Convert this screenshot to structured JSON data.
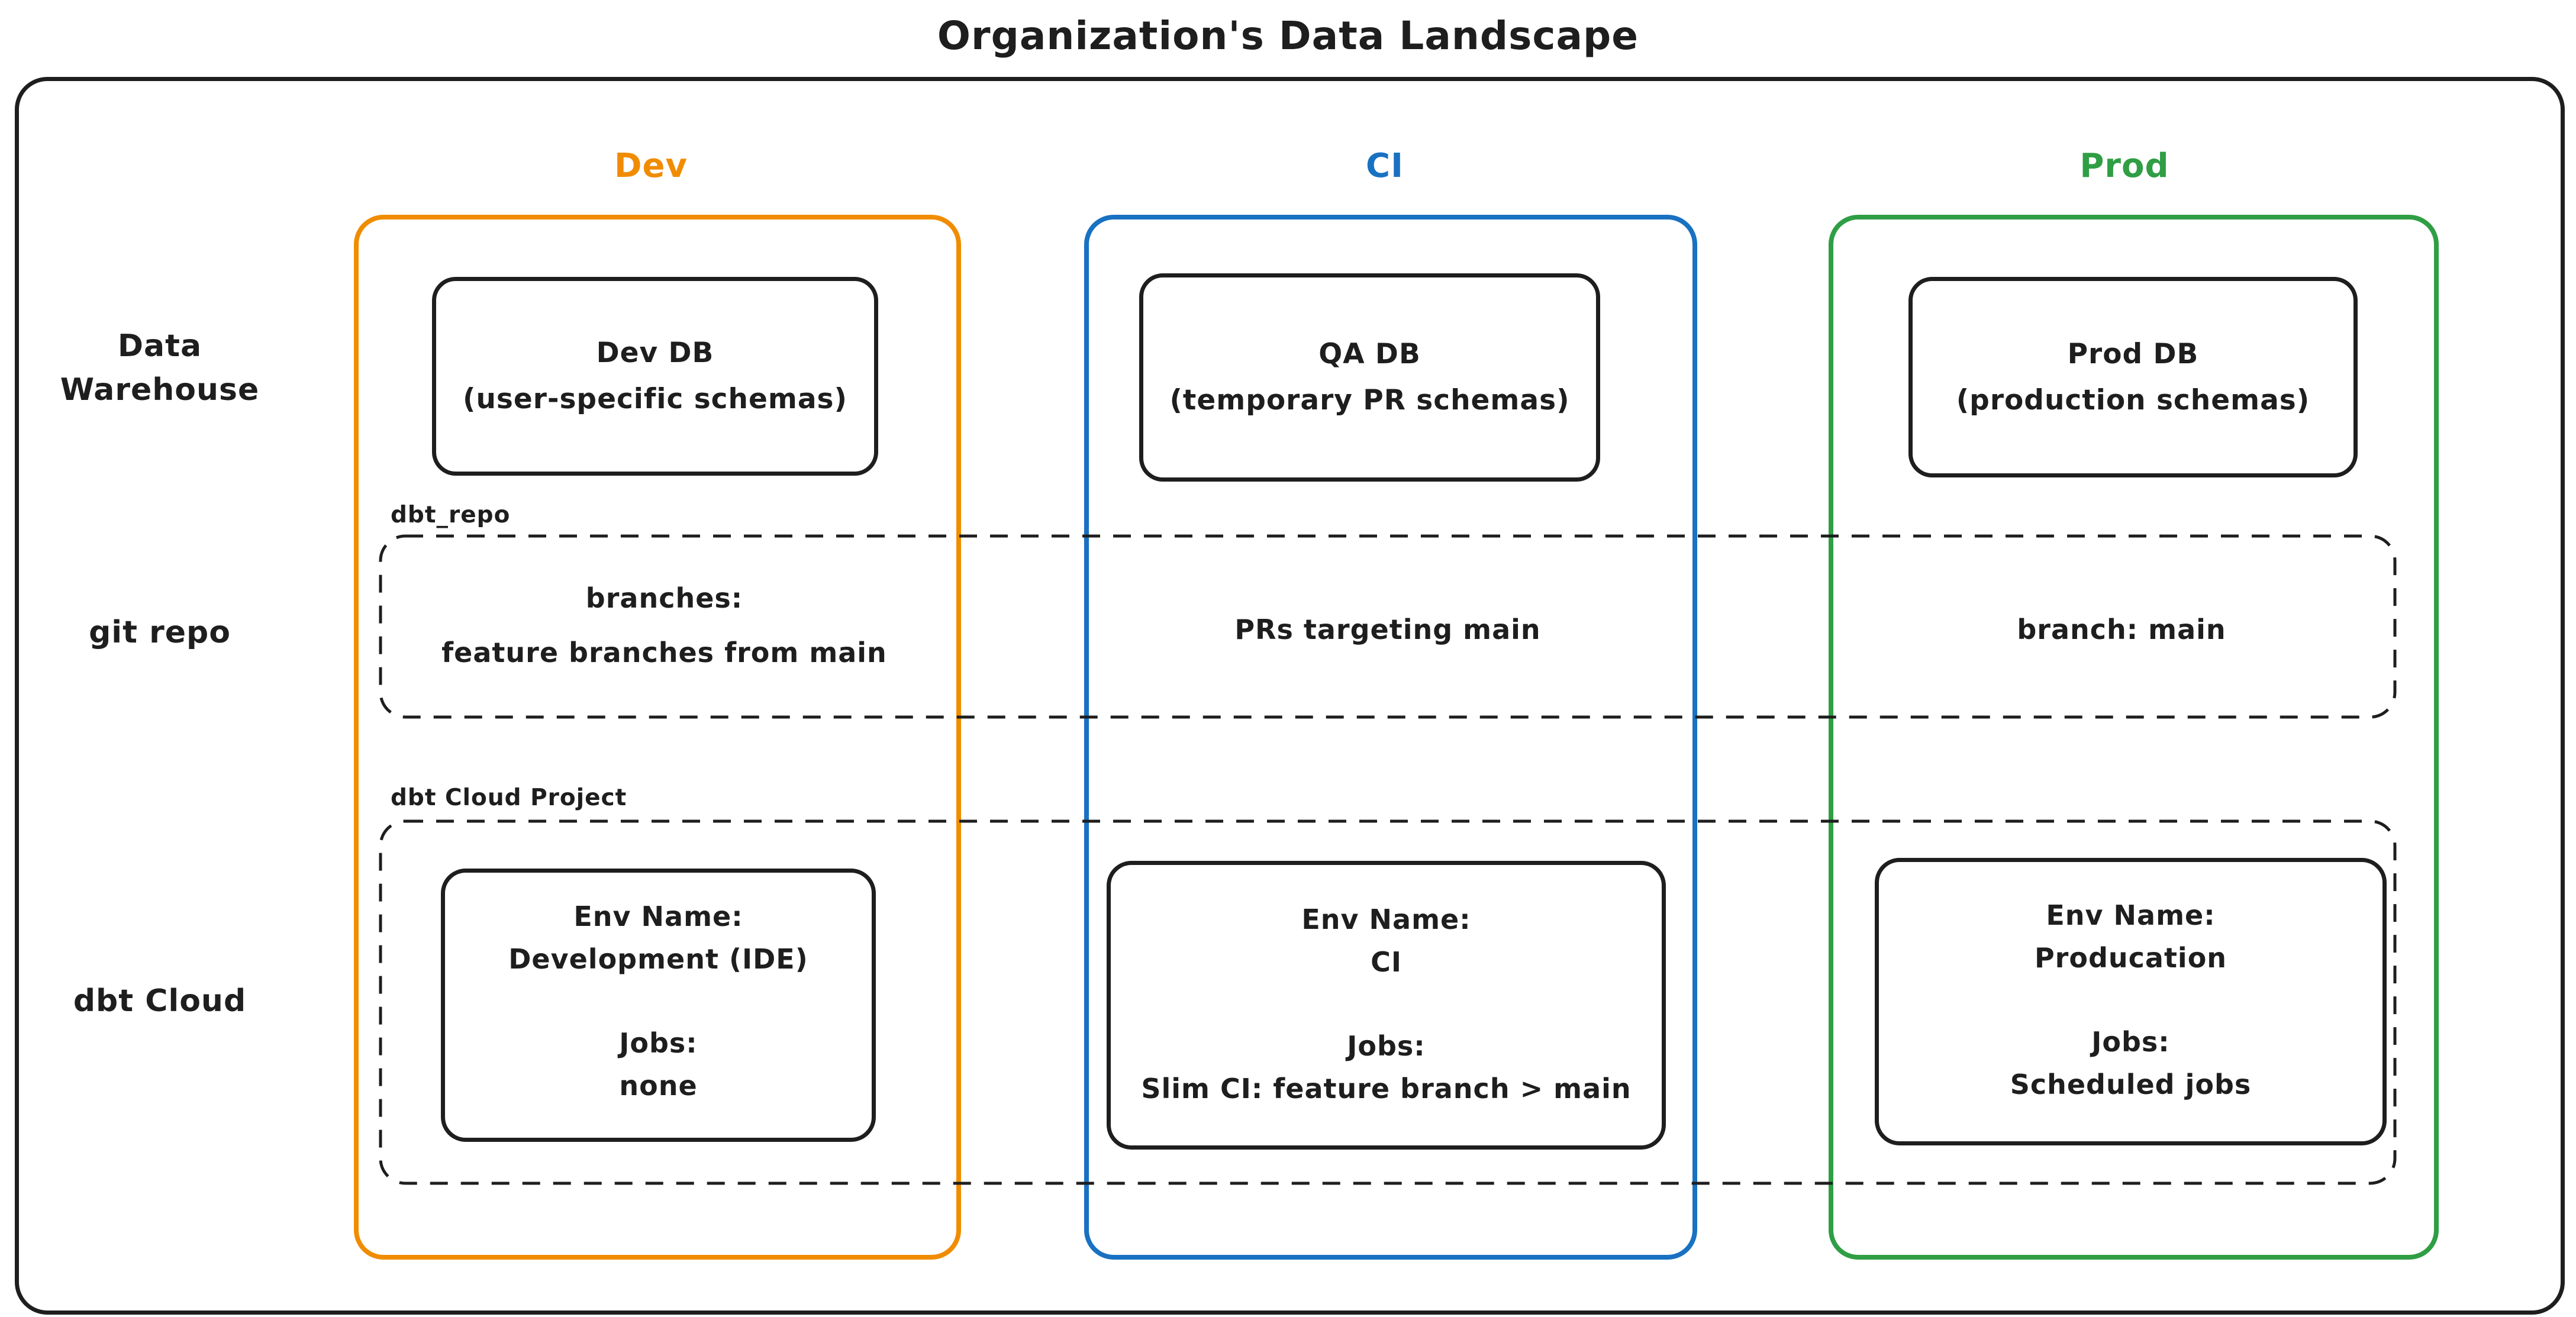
{
  "title": "Organization's Data Landscape",
  "colors": {
    "dev": "#f08c00",
    "ci": "#1971c2",
    "prod": "#2f9e44",
    "ink": "#1e1e1e"
  },
  "row_labels": {
    "warehouse": "Data Warehouse",
    "git": "git repo",
    "dbt": "dbt Cloud"
  },
  "overlays": {
    "repo_label": "dbt_repo",
    "project_label": "dbt Cloud Project"
  },
  "columns": {
    "dev": {
      "header": "Dev",
      "db_name": "Dev DB",
      "db_detail": "(user-specific schemas)",
      "repo_line1": "branches:",
      "repo_line2": "feature branches from main",
      "env_label": "Env Name:",
      "env_name": "Development (IDE)",
      "jobs_label": "Jobs:",
      "jobs_value": "none"
    },
    "ci": {
      "header": "CI",
      "db_name": "QA DB",
      "db_detail": "(temporary PR schemas)",
      "repo_line1": "PRs targeting main",
      "env_label": "Env Name:",
      "env_name": "CI",
      "jobs_label": "Jobs:",
      "jobs_value": "Slim CI: feature branch > main"
    },
    "prod": {
      "header": "Prod",
      "db_name": "Prod DB",
      "db_detail": "(production schemas)",
      "repo_line1": "branch: main",
      "env_label": "Env Name:",
      "env_name": "Producation",
      "jobs_label": "Jobs:",
      "jobs_value": "Scheduled jobs"
    }
  }
}
